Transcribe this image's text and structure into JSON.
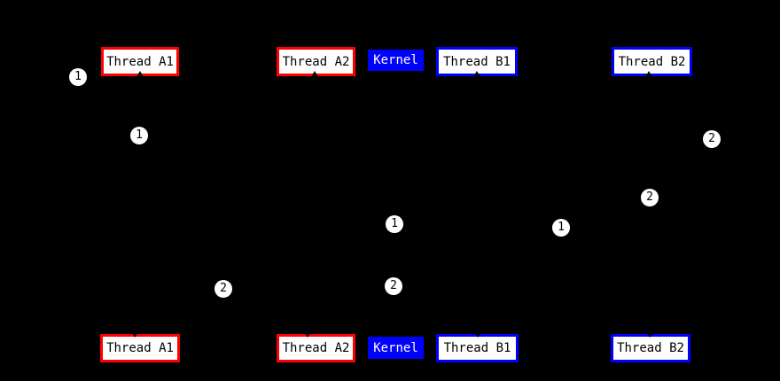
{
  "diagram": {
    "description": "Thread scheduling diagram: two timeline rows of thread/kernel nodes with numbered sequence markers on invisible edges",
    "background_color": "#000000",
    "colors": {
      "thread_a_border": "#ff0000",
      "thread_b_border": "#0000ff",
      "kernel_fill": "#0000ff",
      "kernel_text": "#ffffff",
      "node_fill": "#ffffff",
      "node_text": "#000000",
      "marker_fill": "#ffffff",
      "marker_text": "#000000"
    },
    "nodes": {
      "top": [
        {
          "label": "Thread A1",
          "type": "thread-a"
        },
        {
          "label": "Thread A2",
          "type": "thread-a"
        },
        {
          "label": "Kernel",
          "type": "kernel"
        },
        {
          "label": "Thread B1",
          "type": "thread-b"
        },
        {
          "label": "Thread B2",
          "type": "thread-b"
        }
      ],
      "bottom": [
        {
          "label": "Thread A1",
          "type": "thread-a"
        },
        {
          "label": "Thread A2",
          "type": "thread-a"
        },
        {
          "label": "Kernel",
          "type": "kernel"
        },
        {
          "label": "Thread B1",
          "type": "thread-b"
        },
        {
          "label": "Thread B2",
          "type": "thread-b"
        }
      ]
    },
    "markers": [
      {
        "label": "1"
      },
      {
        "label": "1"
      },
      {
        "label": "2"
      },
      {
        "label": "2"
      },
      {
        "label": "1"
      },
      {
        "label": "1"
      },
      {
        "label": "2"
      },
      {
        "label": "2"
      }
    ]
  }
}
